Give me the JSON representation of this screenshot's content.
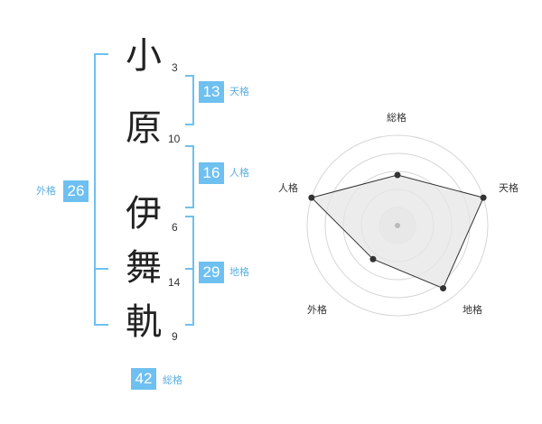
{
  "name": {
    "characters": [
      {
        "char": "小",
        "strokes": "3"
      },
      {
        "char": "原",
        "strokes": "10"
      },
      {
        "char": "伊",
        "strokes": "6"
      },
      {
        "char": "舞",
        "strokes": "14"
      },
      {
        "char": "軌",
        "strokes": "9"
      }
    ]
  },
  "kaku": {
    "tenkaku": {
      "value": "13",
      "label": "天格"
    },
    "jinkaku": {
      "value": "16",
      "label": "人格"
    },
    "chikaku": {
      "value": "29",
      "label": "地格"
    },
    "gaikaku": {
      "value": "26",
      "label": "外格"
    },
    "soukaku": {
      "value": "42",
      "label": "総格"
    }
  },
  "colors": {
    "bracket": "#6ec0f0",
    "badge": "#6ec0f0",
    "label": "#5aaee0",
    "radar_fill": "#e6e6e6",
    "radar_stroke": "#333333"
  },
  "chart_data": {
    "type": "radar",
    "axes": [
      "総格",
      "天格",
      "地格",
      "外格",
      "人格"
    ],
    "values": [
      2.8,
      5,
      4.3,
      2.3,
      5
    ],
    "rmax": 5,
    "rings": 5
  }
}
